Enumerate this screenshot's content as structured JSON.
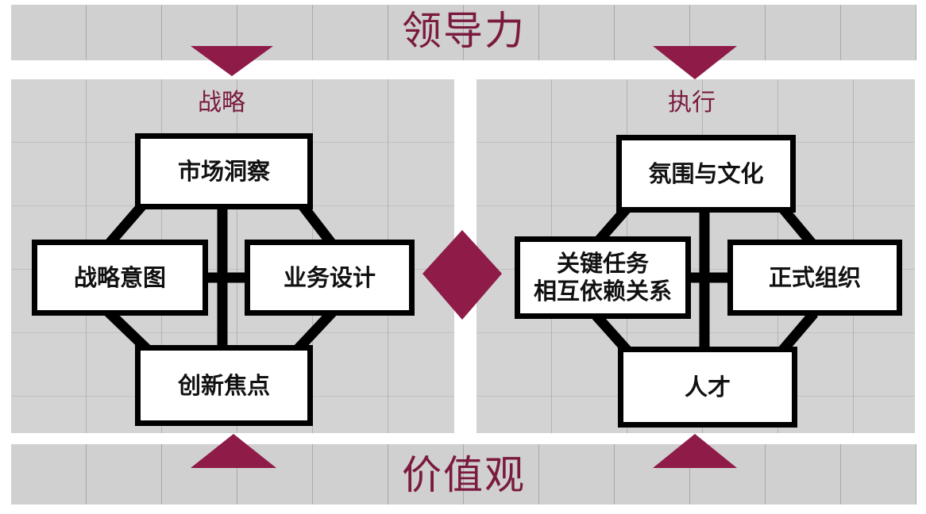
{
  "top_band": {
    "title": "领导力"
  },
  "bottom_band": {
    "title": "价值观"
  },
  "strategy": {
    "title": "战略",
    "top": "市场洞察",
    "left": "战略意图",
    "right": "业务设计",
    "bottom": "创新焦点"
  },
  "execution": {
    "title": "执行",
    "top": "氛围与文化",
    "left": "关键任务\n相互依赖关系",
    "right": "正式组织",
    "bottom": "人才"
  },
  "colors": {
    "accent": "#8e1b48",
    "panel": "#d3d3d3",
    "box_border": "#000000"
  }
}
